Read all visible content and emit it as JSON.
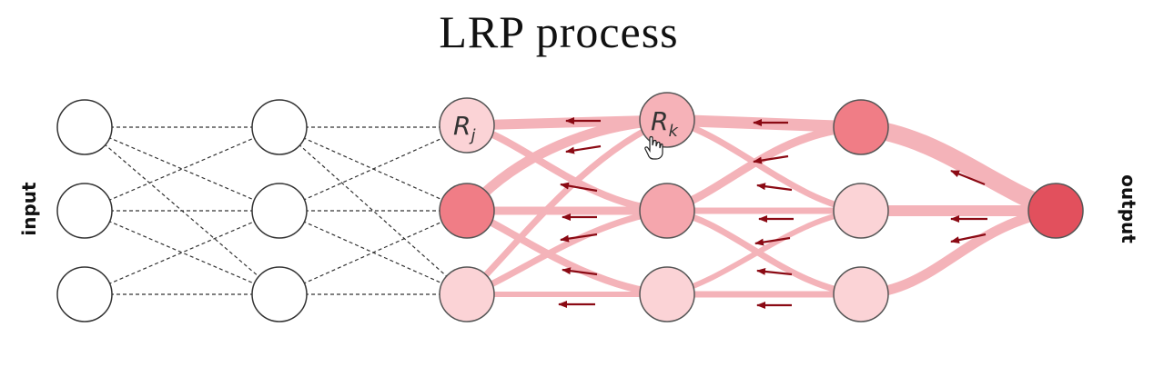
{
  "title": "LRP process",
  "labels": {
    "input": "input",
    "output": "output",
    "rj_main": "R",
    "rj_sub": "j",
    "rk_main": "R",
    "rk_sub": "k"
  },
  "colors": {
    "flow": "#f4b3b9",
    "arrow": "#8b0a14",
    "node_white": "#ffffff",
    "node_light": "#fbd3d6",
    "node_mid": "#f5a6ad",
    "node_strong": "#f07d86",
    "node_output": "#e2505d",
    "dashed": "#333333"
  },
  "icons": {
    "cursor": "hand-pointer-icon"
  }
}
